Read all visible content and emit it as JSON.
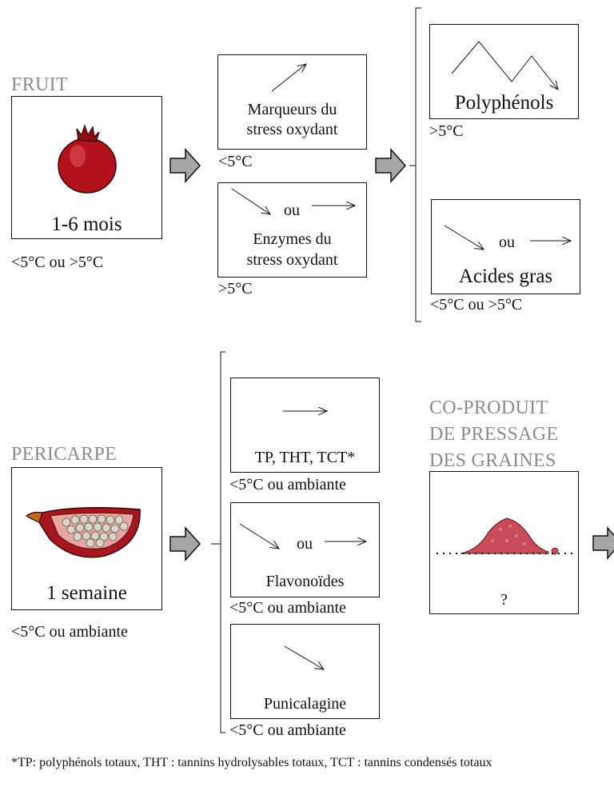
{
  "fruit": {
    "title": "FRUIT",
    "duration": "1-6 mois",
    "condition": "<5°C ou >5°C",
    "markers": {
      "label_line1": "Marqueurs du",
      "label_line2": "stress oxydant",
      "condition": "<5°C"
    },
    "enzymes": {
      "ou": "ou",
      "label_line1": "Enzymes du",
      "label_line2": "stress oxydant",
      "condition": ">5°C"
    },
    "arrow_question": "?",
    "polyphenols": {
      "label": "Polyphénols",
      "condition": ">5°C"
    },
    "fatty_acids": {
      "ou": "ou",
      "label": "Acides gras",
      "condition": "<5°C ou >5°C"
    }
  },
  "pericarp": {
    "title": "PERICARPE",
    "duration": "1 semaine",
    "condition": "<5°C ou ambiante",
    "tp": {
      "label": "TP, THT, TCT*",
      "condition": "<5°C ou ambiante"
    },
    "flavonoids": {
      "ou": "ou",
      "label": "Flavonoïdes",
      "condition": "<5°C ou ambiante"
    },
    "punicalagin": {
      "label": "Punicalagine",
      "condition": "<5°C ou ambiante"
    }
  },
  "coproduct": {
    "title_line1": "CO-PRODUIT",
    "title_line2": "DE PRESSAGE",
    "title_line3": "DES GRAINES",
    "value": "?",
    "arrow_question": "?"
  },
  "footnote": "*TP: polyphénols totaux, THT : tannins hydrolysables totaux, TCT : tannins condensés totaux",
  "colors": {
    "title_gray": "#8c8c8c",
    "arrow_gray": "#a6a6a6",
    "fruit_red": "#b3121c",
    "residue_pink": "#c94a5a"
  }
}
